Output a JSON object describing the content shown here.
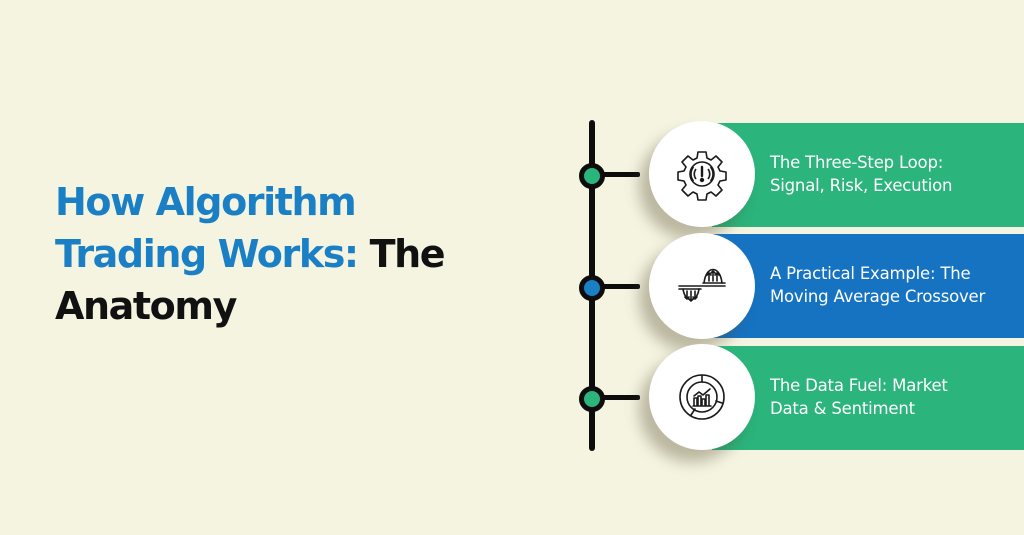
{
  "title": {
    "line1": "How Algorithm",
    "line2_accent": "Trading Works:",
    "line2_dark": " The",
    "line3": "Anatomy",
    "accent_color": "#1a7fc4",
    "dark_color": "#111111"
  },
  "background_color": "#f4f4e1",
  "timeline": {
    "items": [
      {
        "line1": "The Three-Step Loop:",
        "line2": "Signal, Risk, Execution",
        "icon": "gear-alert-icon",
        "card_color": "#2bb47c",
        "node_color": "#2bb47c"
      },
      {
        "line1": "A Practical Example: The",
        "line2": "Moving Average Crossover",
        "icon": "wave-crossover-icon",
        "card_color": "#1573c2",
        "node_color": "#1a7fc4"
      },
      {
        "line1": "The Data Fuel: Market",
        "line2": "Data & Sentiment",
        "icon": "donut-bar-chart-icon",
        "card_color": "#2bb47c",
        "node_color": "#2bb47c"
      }
    ]
  }
}
